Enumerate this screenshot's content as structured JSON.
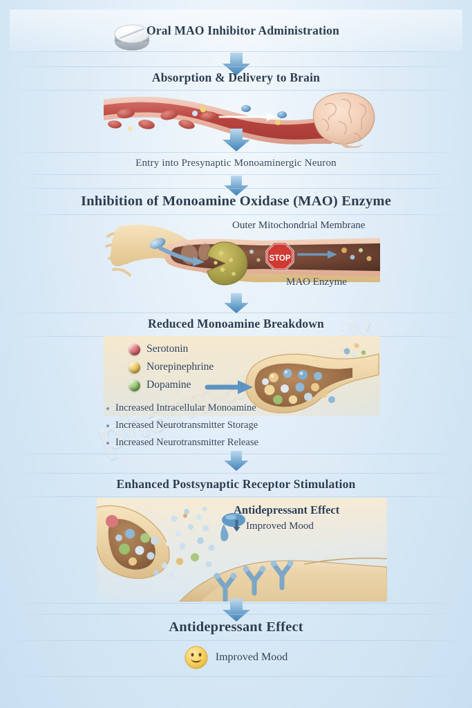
{
  "meta": {
    "watermark": "pharmacyfreak",
    "background_color": "#dceaf6",
    "heading_color": "#2b3c51",
    "arrow_color": "#3d7fb5"
  },
  "steps": [
    {
      "id": "administration",
      "title": "Oral MAO Inhibitor Administration",
      "icon": "pill-tablet-icon"
    },
    {
      "id": "absorption",
      "title": "Absorption & Delivery to Brain",
      "illustration": "blood-vessel-to-brain-illustration"
    },
    {
      "id": "entry",
      "title": "Entry into Presynaptic Monoaminergic Neuron"
    },
    {
      "id": "inhibition",
      "title": "Inhibition of Monoamine Oxidase (MAO) Enzyme",
      "illustration": "neuron-mitochondrion-mao-illustration",
      "labels": {
        "membrane": "Outer Mitochondrial Membrane",
        "enzyme": "MAO Enzyme",
        "stop_sign": "STOP"
      }
    },
    {
      "id": "reduced_breakdown",
      "title": "Reduced Monoamine Breakdown",
      "illustration": "axon-terminal-vesicles-illustration",
      "legend": [
        {
          "label": "Serotonin",
          "color": "#d8636a"
        },
        {
          "label": "Norepinephrine",
          "color": "#e8c352"
        },
        {
          "label": "Dopamine",
          "color": "#86bb63"
        }
      ],
      "bullets": [
        "Increased Intracellular Monoamine",
        "Increased Neurotransmitter Storage",
        "Increased Neurotransmitter Release"
      ]
    },
    {
      "id": "postsynaptic",
      "title": "Enhanced Postsynaptic Receptor Stimulation",
      "illustration": "synapse-receptors-illustration",
      "callout": {
        "heading": "Antidepressant Effect",
        "sub": "Improved Mood",
        "sub_icon": "down-arrow-icon"
      }
    },
    {
      "id": "outcome",
      "title": "Antidepressant Effect",
      "result": {
        "icon": "smiley-face-icon",
        "label": "Improved Mood"
      }
    }
  ]
}
